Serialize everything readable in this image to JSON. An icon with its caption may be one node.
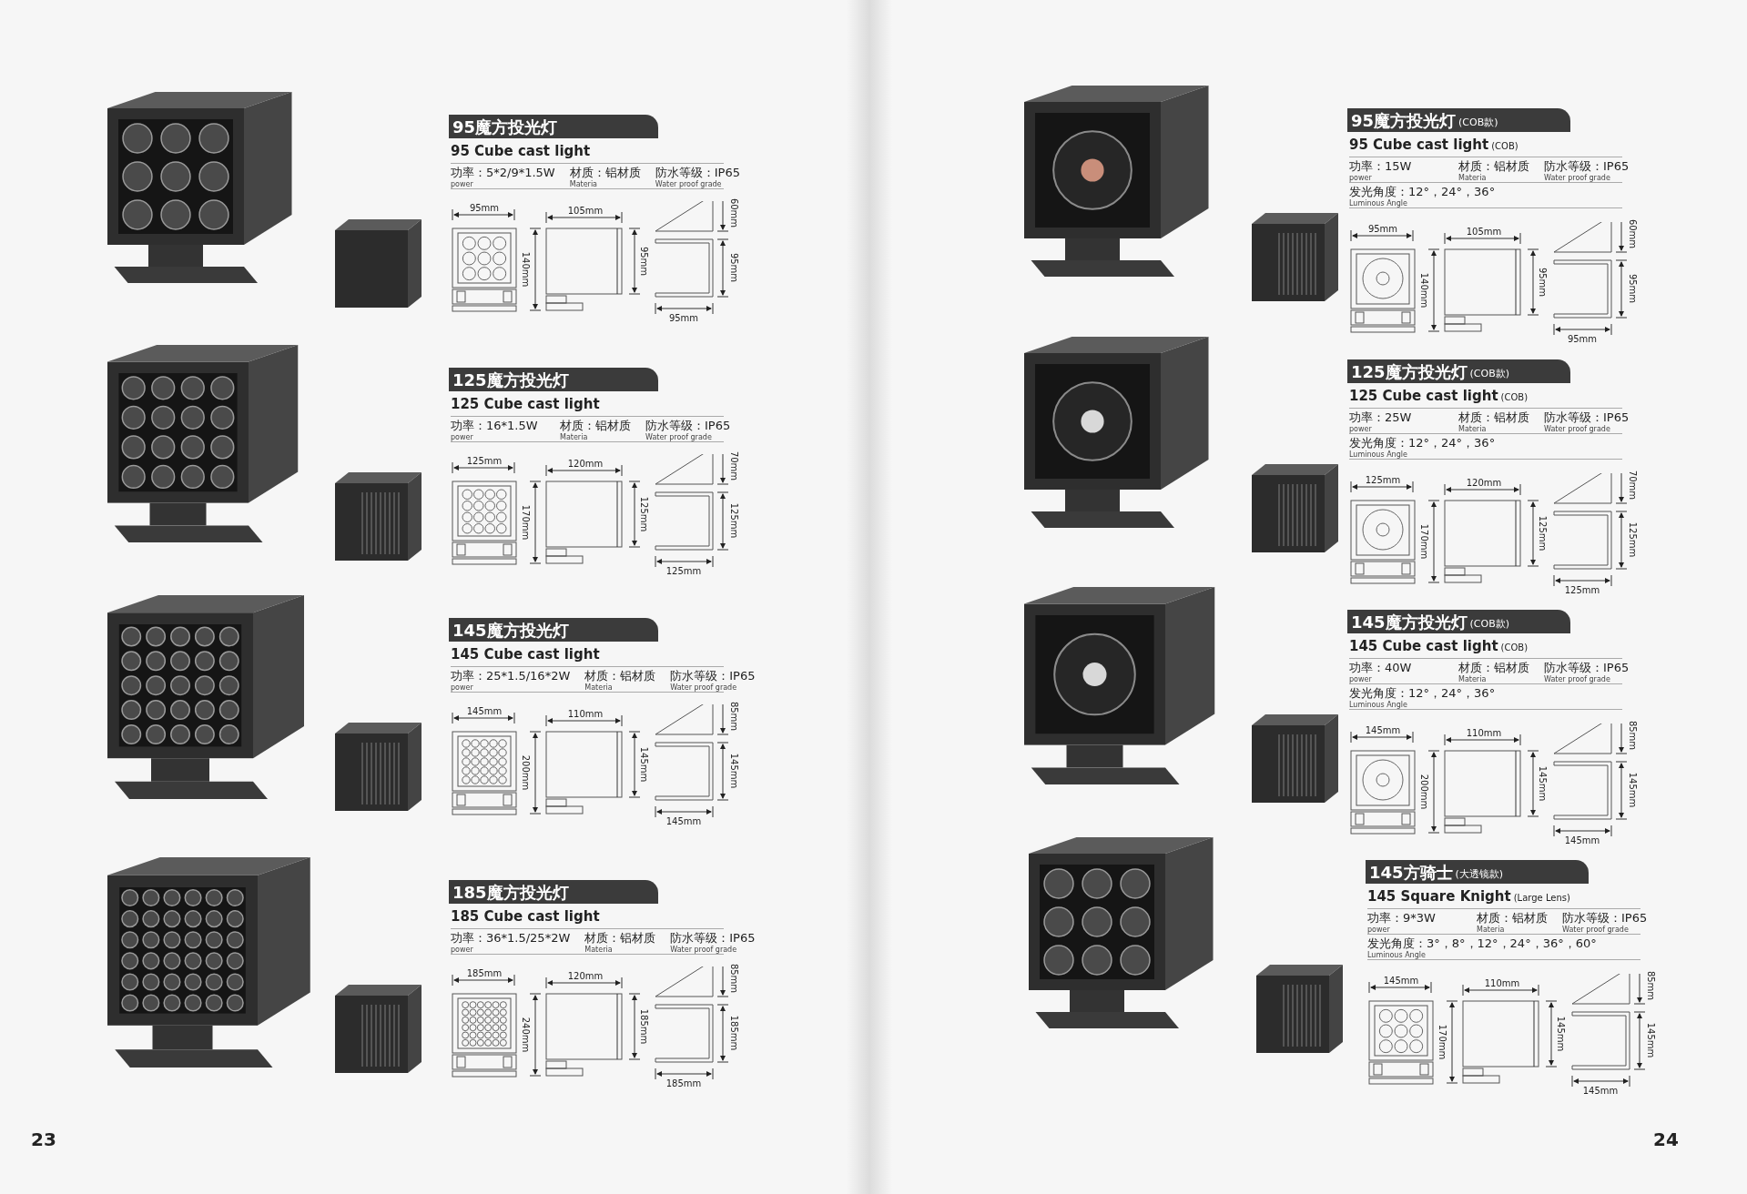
{
  "diagram": {
    "labels": [
      "95魔方投光灯",
      "95 Cube cast light",
      "功率：5*2/9*1.5W",
      "power",
      "材质：铝材质",
      "Materia",
      "防水等级：IP65",
      "Water proof grade",
      "95mm",
      "105mm",
      "140mm",
      "95mm",
      "60mm",
      "95mm",
      "95mm",
      "125魔方投光灯",
      "125 Cube cast light",
      "功率：16*1.5W",
      "power",
      "材质：铝材质",
      "Materia",
      "防水等级：IP65",
      "Water proof grade",
      "125mm",
      "120mm",
      "170mm",
      "125mm",
      "70mm",
      "125mm",
      "125mm",
      "145魔方投光灯",
      "145 Cube cast light",
      "功率：25*1.5/16*2W",
      "power",
      "材质：铝材质",
      "Materia",
      "防水等级：IP65",
      "Water proof grade",
      "145mm",
      "110mm",
      "200mm",
      "145mm",
      "85mm",
      "145mm",
      "145mm",
      "185魔方投光灯",
      "185 Cube cast light",
      "功率：36*1.5/25*2W",
      "power",
      "材质：铝材质",
      "Materia",
      "防水等级：IP65",
      "Water proof grade",
      "185mm",
      "120mm",
      "240mm",
      "185mm",
      "85mm",
      "185mm",
      "185mm",
      "95魔方投光灯",
      "(COB款)",
      "95 Cube cast light",
      "(COB)",
      "功率：15W",
      "power",
      "材质：铝材质",
      "Materia",
      "防水等级：IP65",
      "Water proof grade",
      "发光角度：12°，24°，36°",
      "Luminous Angle",
      "95mm",
      "105mm",
      "140mm",
      "95mm",
      "60mm",
      "95mm",
      "95mm",
      "125魔方投光灯",
      "(COB款)",
      "125 Cube cast light",
      "(COB)",
      "功率：25W",
      "power",
      "材质：铝材质",
      "Materia",
      "防水等级：IP65",
      "Water proof grade",
      "发光角度：12°，24°，36°",
      "Luminous Angle",
      "125mm",
      "120mm",
      "170mm",
      "125mm",
      "70mm",
      "125mm",
      "125mm",
      "145魔方投光灯",
      "(COB款)",
      "145 Cube cast light",
      "(COB)",
      "功率：40W",
      "power",
      "材质：铝材质",
      "Materia",
      "防水等级：IP65",
      "Water proof grade",
      "发光角度：12°，24°，36°",
      "Luminous Angle",
      "145mm",
      "110mm",
      "200mm",
      "145mm",
      "85mm",
      "145mm",
      "145mm",
      "145方骑士",
      "(大透镜款)",
      "145 Square Knight",
      "(Large Lens)",
      "功率：9*3W",
      "power",
      "材质：铝材质",
      "Materia",
      "防水等级：IP65",
      "Water proof grade",
      "发光角度：3°，8°，12°，24°，36°，60°",
      "Luminous Angle",
      "145mm",
      "110mm",
      "170mm",
      "145mm",
      "85mm",
      "145mm",
      "145mm",
      "23",
      "24"
    ]
  }
}
